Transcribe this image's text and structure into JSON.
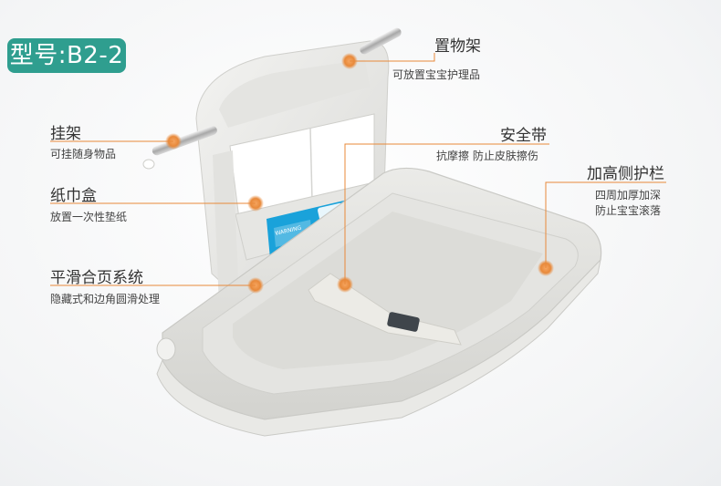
{
  "model_badge": {
    "label": "型号:B2-2",
    "color": "#2f9e8f"
  },
  "accent": "#e8893a",
  "callouts": {
    "shelf": {
      "title": "置物架",
      "subtitle": "可放置宝宝护理品"
    },
    "hanger": {
      "title": "挂架",
      "subtitle": "可挂随身物品"
    },
    "safety": {
      "title": "安全带",
      "subtitle": "抗摩擦 防止皮肤擦伤"
    },
    "tissue": {
      "title": "纸巾盒",
      "subtitle": "放置一次性垫纸"
    },
    "rail": {
      "title": "加高侧护栏",
      "subtitle_lines": [
        "四周加厚加深",
        "防止宝宝滚落"
      ]
    },
    "hinge": {
      "title": "平滑合页系统",
      "subtitle": "隐藏式和边角圆滑处理"
    }
  },
  "product": {
    "label_text": "WARNING"
  }
}
